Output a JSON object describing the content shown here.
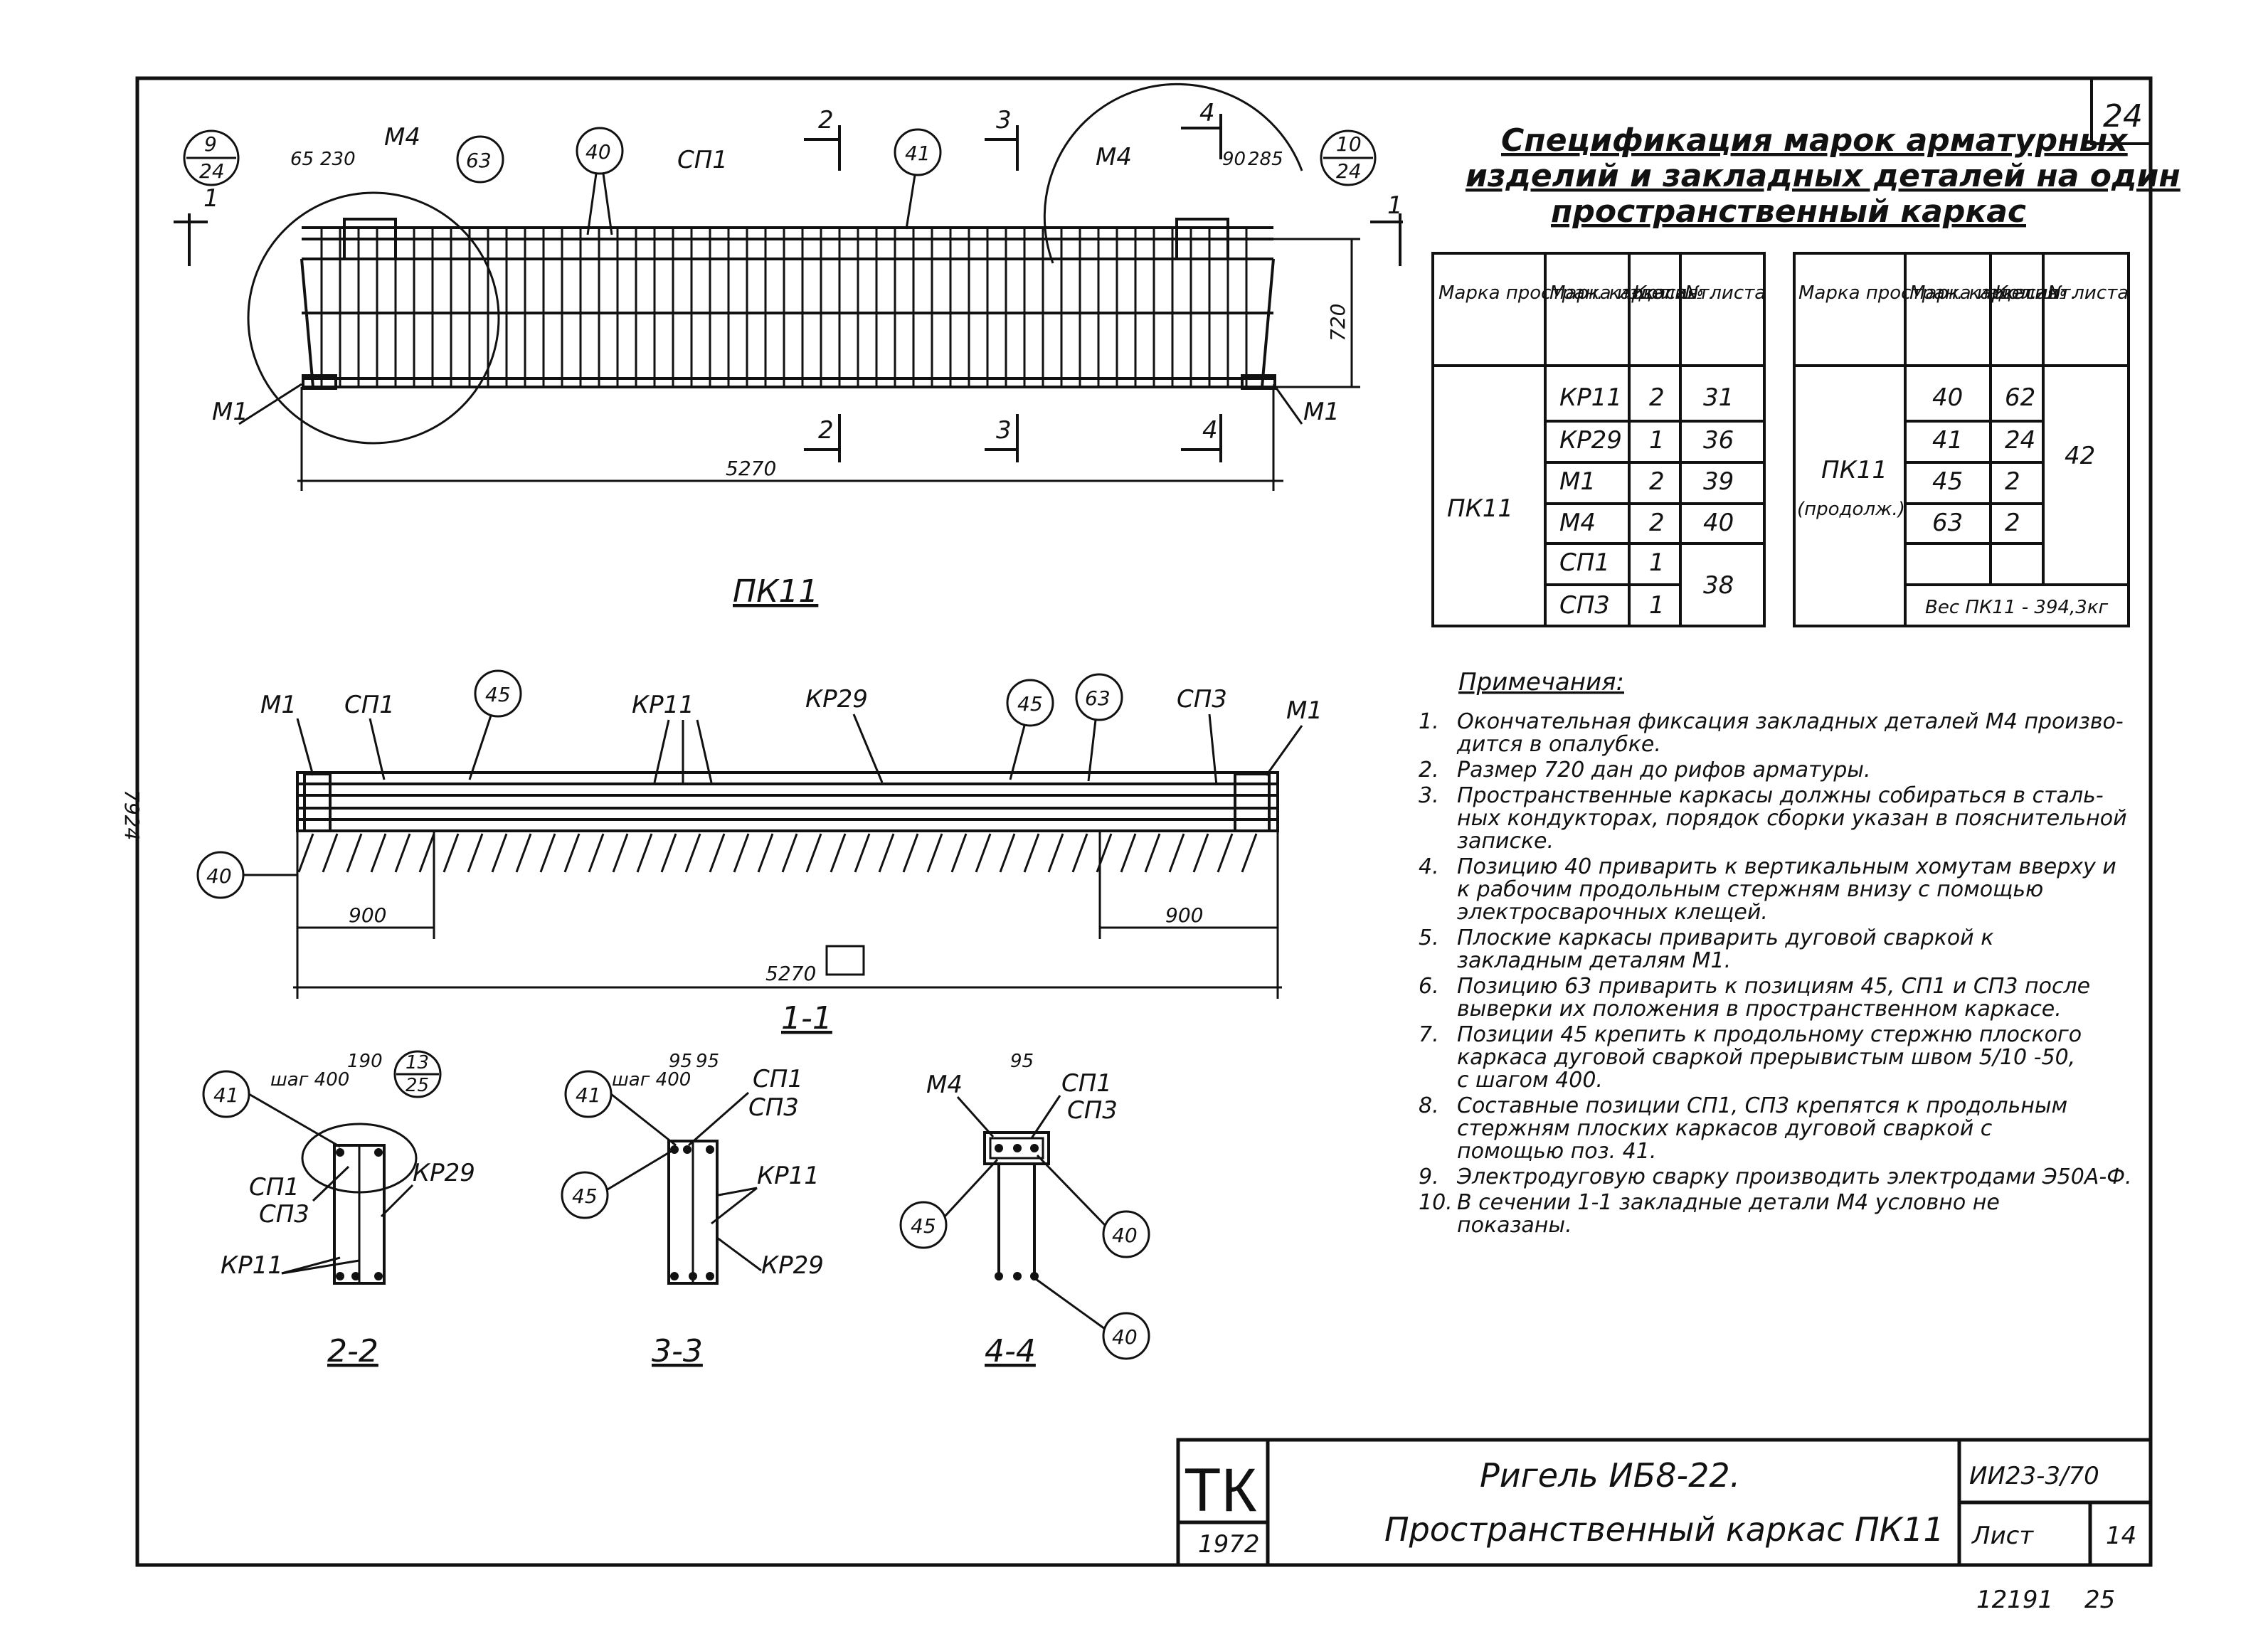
{
  "sheet_number": "24",
  "bottom_marks": {
    "left": "12191",
    "right": "25"
  },
  "side_mark": "7924",
  "spec": {
    "title_lines": [
      "Спецификация марок арматурных",
      "изделий и закладных деталей на один",
      "пространственный каркас"
    ],
    "headers": {
      "frame": "Марка простран. каркаса",
      "item": "Марка изделия",
      "qty": "Кол. шт.",
      "sheet": "№ листа"
    },
    "left_frame": "ПК11",
    "left_rows": [
      {
        "item": "КР11",
        "qty": "2",
        "sheet": "31"
      },
      {
        "item": "КР29",
        "qty": "1",
        "sheet": "36"
      },
      {
        "item": "М1",
        "qty": "2",
        "sheet": "39"
      },
      {
        "item": "М4",
        "qty": "2",
        "sheet": "40"
      },
      {
        "item": "СП1",
        "qty": "1",
        "sheet": "38"
      },
      {
        "item": "СП3",
        "qty": "1",
        "sheet": ""
      }
    ],
    "right_frame": "ПК11",
    "right_frame_note": "(продолж.)",
    "right_rows": [
      {
        "item": "40",
        "qty": "62"
      },
      {
        "item": "41",
        "qty": "24"
      },
      {
        "item": "45",
        "qty": "2"
      },
      {
        "item": "63",
        "qty": "2"
      }
    ],
    "right_sheet": "42",
    "weight": "Вес ПК11 - 394,3кг"
  },
  "notes_title": "Примечания:",
  "notes": [
    {
      "n": "1.",
      "lines": [
        "Окончательная фиксация закладных деталей М4 произво-",
        "дится в опалубке."
      ]
    },
    {
      "n": "2.",
      "lines": [
        "Размер 720 дан до рифов арматуры."
      ]
    },
    {
      "n": "3.",
      "lines": [
        "Пространственные каркасы должны собираться в сталь-",
        "ных кондукторах, порядок сборки указан в пояснительной",
        "записке."
      ]
    },
    {
      "n": "4.",
      "lines": [
        "Позицию 40 приварить к вертикальным хомутам вверху и",
        "к рабочим продольным стержням внизу с помощью",
        "электросварочных клещей."
      ]
    },
    {
      "n": "5.",
      "lines": [
        "Плоские каркасы приварить дуговой сваркой к",
        "закладным деталям М1."
      ]
    },
    {
      "n": "6.",
      "lines": [
        "Позицию 63 приварить к позициям 45, СП1 и СП3 после",
        "выверки их положения в пространственном каркасе."
      ]
    },
    {
      "n": "7.",
      "lines": [
        "Позиции 45 крепить к продольному стержню плоского",
        "каркаса дуговой сваркой прерывистым швом 5/10 -50,",
        "с шагом 400."
      ]
    },
    {
      "n": "8.",
      "lines": [
        "Составные позиции СП1, СП3 крепятся к продольным",
        "стержням плоских каркасов дуговой сваркой с",
        "помощью поз. 41."
      ]
    },
    {
      "n": "9.",
      "lines": [
        "Электродуговую сварку производить электродами Э50А-Ф."
      ]
    },
    {
      "n": "10.",
      "lines": [
        "В сечении 1-1 закладные детали М4 условно не",
        "показаны."
      ]
    }
  ],
  "drawing": {
    "elevation_title": "ПК11",
    "plan_title": "1-1",
    "elevation": {
      "length": "5270",
      "height": "720",
      "left_dims": [
        "65",
        "230"
      ],
      "right_dims": [
        "90",
        "285"
      ],
      "node_left": {
        "top": "9",
        "bottom": "24"
      },
      "node_right": {
        "top": "10",
        "bottom": "24"
      },
      "labels": {
        "m4": "М4",
        "m1": "М1",
        "sp1": "СП1"
      },
      "callouts": [
        "63",
        "40",
        "41"
      ],
      "section_marks": [
        "1",
        "2",
        "3",
        "4"
      ]
    },
    "plan": {
      "length": "5270",
      "end_dim": "900",
      "labels": {
        "m1": "М1",
        "sp1": "СП1",
        "kr11": "КР11",
        "kr29": "КР29",
        "sp3": "СП3"
      },
      "callouts": [
        "45",
        "45",
        "63",
        "40"
      ]
    },
    "sections": [
      {
        "title": "2-2",
        "dims": [
          "190"
        ],
        "step_label": "шаг 400",
        "node": {
          "top": "13",
          "bottom": "25"
        },
        "labels": [
          "СП1",
          "СП3",
          "КР29",
          "КР11"
        ],
        "callouts": [
          "41"
        ]
      },
      {
        "title": "3-3",
        "dims": [
          "95",
          "95"
        ],
        "step_label": "шаг 400",
        "labels": [
          "СП1",
          "СП3",
          "КР11",
          "КР29"
        ],
        "callouts": [
          "41",
          "45"
        ]
      },
      {
        "title": "4-4",
        "dims": [
          "95"
        ],
        "labels": [
          "М4",
          "СП1",
          "СП3"
        ],
        "callouts": [
          "45",
          "40",
          "40"
        ]
      }
    ]
  },
  "stamp": {
    "org": "ТК",
    "year": "1972",
    "title_line1": "Ригель ИБ8-22.",
    "title_line2": "Пространственный каркас ПК11",
    "series": "ИИ23-3/70",
    "sheet_label": "Лист",
    "sheet_value": "14"
  }
}
